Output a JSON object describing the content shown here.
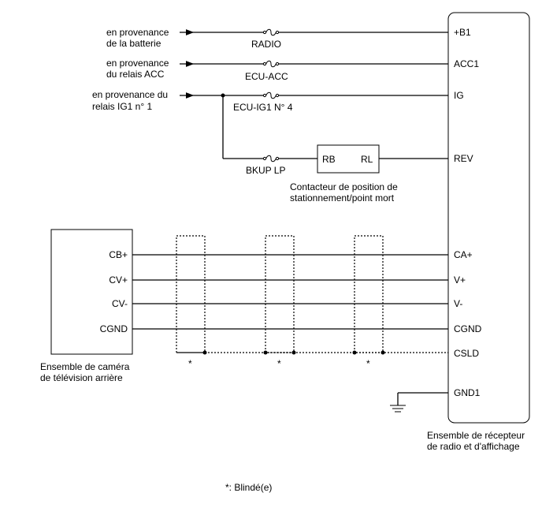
{
  "sources": {
    "battery": [
      "en provenance",
      "de la batterie"
    ],
    "acc": [
      "en provenance",
      "du relais ACC"
    ],
    "ig1": [
      "en provenance du",
      "relais IG1 n° 1"
    ]
  },
  "fuses": {
    "radio": "RADIO",
    "ecu_acc": "ECU-ACC",
    "ecu_ig1": "ECU-IG1 N° 4",
    "bkup_lp": "BKUP LP"
  },
  "switch": {
    "rb": "RB",
    "rl": "RL",
    "caption": [
      "Contacteur de position de",
      "stationnement/point mort"
    ]
  },
  "radio_unit": {
    "terminals": {
      "b1": "+B1",
      "acc1": "ACC1",
      "ig": "IG",
      "rev": "REV",
      "ca_plus": "CA+",
      "v_plus": "V+",
      "v_minus": "V-",
      "cgnd": "CGND",
      "csld": "CSLD",
      "gnd1": "GND1"
    },
    "caption": [
      "Ensemble de récepteur",
      "de radio et d'affichage"
    ]
  },
  "camera": {
    "terminals": {
      "cb_plus": "CB+",
      "cv_plus": "CV+",
      "cv_minus": "CV-",
      "cgnd": "CGND"
    },
    "caption": [
      "Ensemble de caméra",
      "de télévision arrière"
    ]
  },
  "shield_mark": "*",
  "legend": "*: Blindé(e)"
}
